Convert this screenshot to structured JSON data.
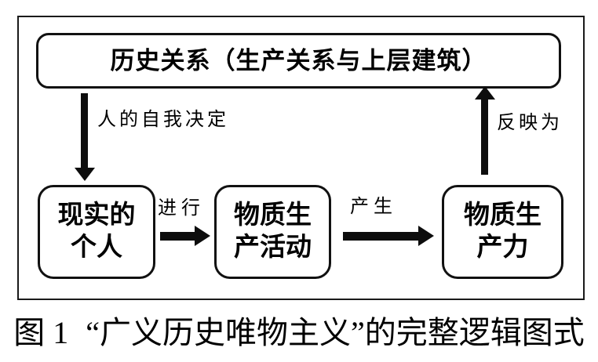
{
  "figure": {
    "caption_label": "图 1",
    "caption_title": "“广义历史唯物主义”的完整逻辑图式"
  },
  "diagram": {
    "top_box_label": "历史关系（生产关系与上层建筑）",
    "boxes": [
      {
        "lines": [
          "现实的",
          "个人"
        ]
      },
      {
        "lines": [
          "物质生",
          "产活动"
        ]
      },
      {
        "lines": [
          "物质生",
          "产力"
        ]
      }
    ],
    "edges": {
      "down_label": "人的自我决定",
      "up_label": "反映为",
      "mid1_label": "进行",
      "mid2_label": "产生"
    },
    "colors": {
      "stroke": "#111111",
      "arrow": "#0d0d0d",
      "background": "#ffffff"
    }
  }
}
